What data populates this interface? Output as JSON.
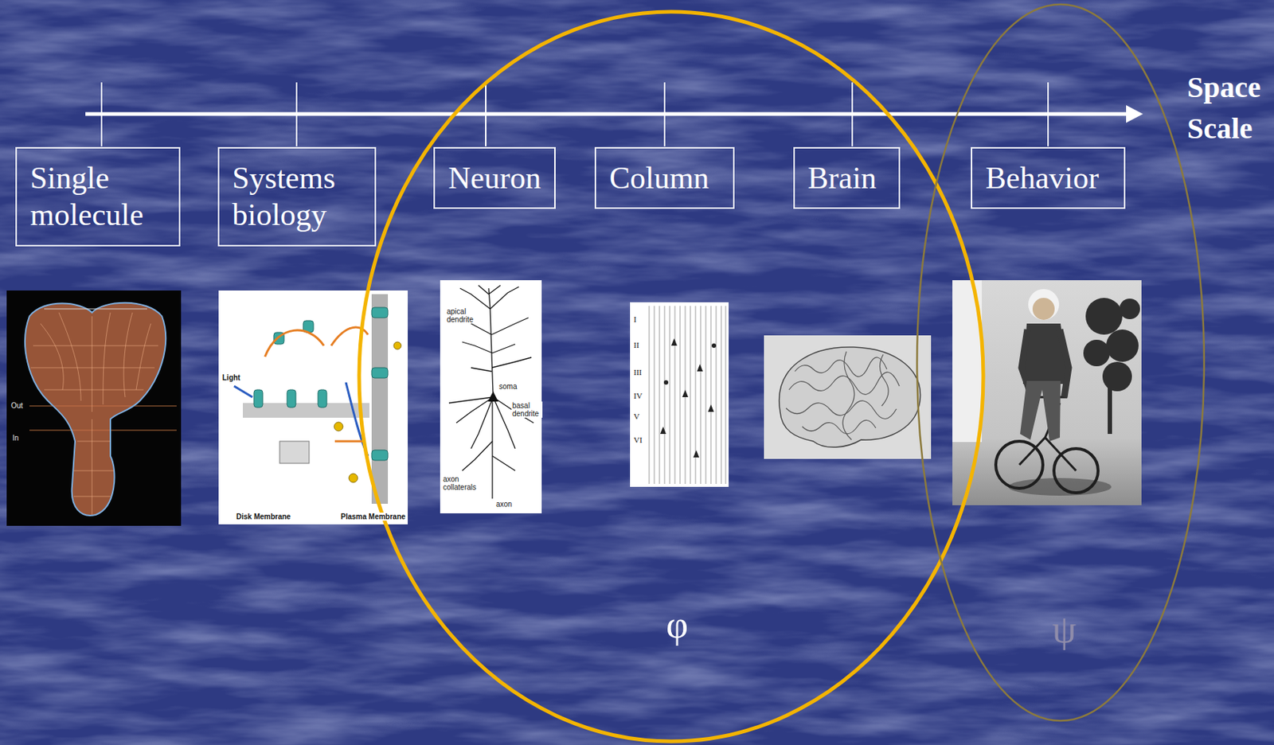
{
  "diagram": {
    "nodes": [
      {
        "text": [
          "Single molecule"
        ]
      },
      {
        "text": [
          "Systems biology"
        ]
      },
      {
        "text": [
          "φ"
        ]
      },
      {
        "text": [
          "Neuron"
        ],
        "in": 2
      },
      {
        "text": [
          "Column"
        ],
        "in": 2
      },
      {
        "text": [
          "Brain"
        ],
        "in": 2
      },
      {
        "text": [
          "ψ"
        ]
      },
      {
        "text": [
          "Behavior"
        ],
        "in": 6
      }
    ],
    "labels": [
      "Space Scale",
      "Out",
      "In",
      "Light",
      "Disk Membrane",
      "Plasma Membrane",
      "apical dendrite",
      "soma",
      "basal dendrite",
      "axon collaterals",
      "axon",
      "I",
      "II",
      "III",
      "IV",
      "V",
      "VI"
    ]
  }
}
